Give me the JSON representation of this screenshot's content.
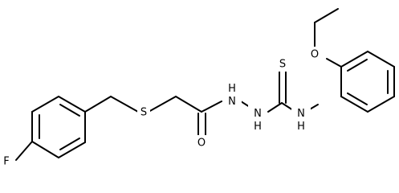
{
  "molecule": {
    "atoms": [
      {
        "id": "F",
        "label": "F"
      },
      {
        "id": "S1",
        "label": "S"
      },
      {
        "id": "O_carbonyl",
        "label": "O"
      },
      {
        "id": "NH1",
        "label": "H\nN"
      },
      {
        "id": "NH2",
        "label": "N\nH"
      },
      {
        "id": "S2",
        "label": "S"
      },
      {
        "id": "NH3",
        "label": "N\nH"
      },
      {
        "id": "O_ether",
        "label": "O"
      }
    ]
  }
}
